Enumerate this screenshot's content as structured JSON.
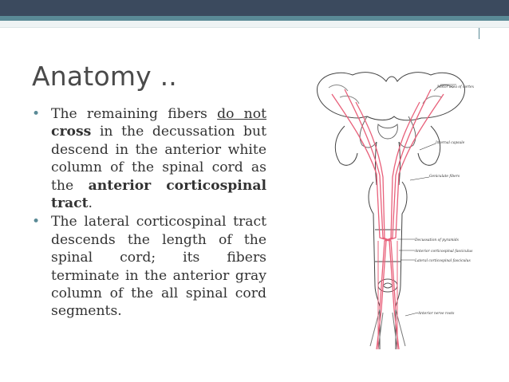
{
  "slide": {
    "title": "Anatomy ..",
    "bullets": [
      {
        "bullet_symbol": "•",
        "segments": [
          {
            "text": "The remaining fibers ",
            "style": "normal"
          },
          {
            "text": "do not",
            "style": "underline"
          },
          {
            "text": " ",
            "style": "normal"
          },
          {
            "text": "cross",
            "style": "bold"
          },
          {
            "text": " in the decussation but descend in the anterior white column of the spinal cord as the ",
            "style": "normal"
          },
          {
            "text": "anterior corticospinal tract",
            "style": "bold"
          },
          {
            "text": ".",
            "style": "normal"
          }
        ]
      },
      {
        "bullet_symbol": "•",
        "segments": [
          {
            "text": "The lateral corticospinal tract descends the length of the spinal cord; its fibers terminate in the anterior gray column of the all spinal cord segments.",
            "style": "normal"
          }
        ]
      }
    ]
  },
  "figure": {
    "labels": {
      "motor_area": "Motor area of cortex",
      "internal_capsule": "Internal capsule",
      "geniculate_fibers": "Geniculate fibers",
      "decussation": "Decussation of pyramids",
      "anterior_fasciculus": "Anterior corticospinal fasciculus",
      "lateral_fasciculus": "Lateral corticospinal fasciculus",
      "anterior_roots": "Anterior nerve roots"
    },
    "colors": {
      "tract": "#e8607a",
      "outline": "#444444",
      "label": "#333333"
    }
  },
  "theme": {
    "header_dark": "#3b4a5e",
    "header_accent": "#5a8a96",
    "title_color": "#4a4a4a",
    "text_color": "#333333"
  }
}
